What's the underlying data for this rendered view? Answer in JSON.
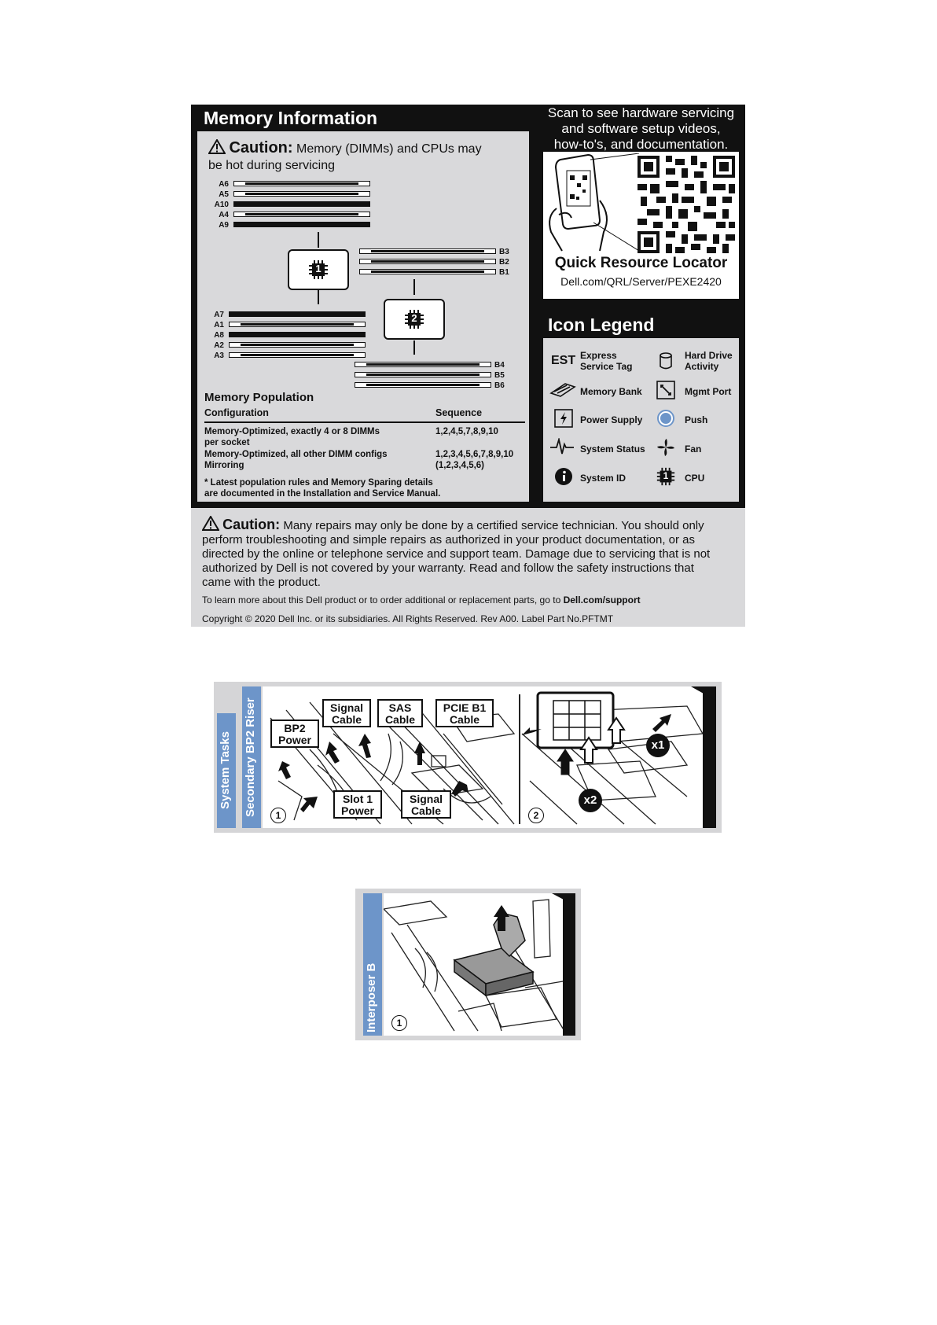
{
  "memory": {
    "title": "Memory Information",
    "caution_word": "Caution:",
    "caution_text_1": " Memory (DIMMs) and CPUs may",
    "caution_text_2": "be hot during servicing",
    "slots_left_top": [
      "A6",
      "A5",
      "A10",
      "A4",
      "A9"
    ],
    "slots_right_top": [
      "B3",
      "B2",
      "B1"
    ],
    "slots_left_bottom": [
      "A7",
      "A1",
      "A8",
      "A2",
      "A3"
    ],
    "slots_right_bottom": [
      "B4",
      "B5",
      "B6"
    ],
    "cpu1": "1",
    "cpu2": "2",
    "population_title": "Memory Population",
    "col_configuration": "Configuration",
    "col_sequence": "Sequence",
    "rows": [
      {
        "config_1": "Memory-Optimized, exactly 4 or 8 DIMMs",
        "config_2": "per socket",
        "seq_1": "1,2,4,5,7,8,9,10",
        "seq_2": ""
      },
      {
        "config_1": "Memory-Optimized, all other DIMM configs",
        "config_2": "",
        "seq_1": "1,2,3,4,5,6,7,8,9,10",
        "seq_2": ""
      },
      {
        "config_1": "Mirroring",
        "config_2": "",
        "seq_1": "(1,2,3,4,5,6)",
        "seq_2": ""
      }
    ],
    "note_1": "* Latest population rules and Memory Sparing details",
    "note_2": "are documented in the Installation and Service Manual."
  },
  "qr": {
    "scan_1": "Scan to see hardware servicing",
    "scan_2": "and software setup videos,",
    "scan_3": "how-to's, and documentation.",
    "title": "Quick Resource Locator",
    "url": "Dell.com/QRL/Server/PEXE2420"
  },
  "legend": {
    "title": "Icon Legend",
    "est": "EST",
    "items": [
      {
        "l1": "Express",
        "l2": "Service Tag"
      },
      {
        "l1": "Hard Drive",
        "l2": "Activity"
      },
      {
        "l1": "Memory Bank",
        "l2": ""
      },
      {
        "l1": "Mgmt Port",
        "l2": ""
      },
      {
        "l1": "Power Supply",
        "l2": ""
      },
      {
        "l1": "Push",
        "l2": ""
      },
      {
        "l1": "System Status",
        "l2": ""
      },
      {
        "l1": "Fan",
        "l2": ""
      },
      {
        "l1": "System ID",
        "l2": ""
      },
      {
        "l1": "CPU",
        "l2": ""
      }
    ],
    "cpu_glyph": "1"
  },
  "bottom": {
    "caution_word": "Caution:",
    "line_1": " Many repairs may only be done by a certified service technician. You should only",
    "line_2": "perform troubleshooting and simple repairs as authorized in your product documentation, or as",
    "line_3": "directed by the online or telephone service and support team. Damage due to servicing that is not",
    "line_4": "authorized by Dell is not covered by your warranty. Read and follow the safety instructions that",
    "line_5": "came with the product.",
    "learn_text": "To learn more about this Dell product or to order additional or replacement parts, go to ",
    "learn_link": "Dell.com/support",
    "copyright": "Copyright © 2020 Dell Inc. or its subsidiaries. All Rights Reserved. Rev A00. Label Part No.PFTMT"
  },
  "task1": {
    "tab_outer": "System Tasks",
    "tab_inner": "Secondary BP2 Riser",
    "bp2_1": "BP2",
    "bp2_2": "Power",
    "signal_1": "Signal",
    "signal_2": "Cable",
    "sas_1": "SAS",
    "sas_2": "Cable",
    "pcie_1": "PCIE B1",
    "pcie_2": "Cable",
    "slot1_1": "Slot 1",
    "slot1_2": "Power",
    "signal_b_1": "Signal",
    "signal_b_2": "Cable",
    "step1": "1",
    "step2": "2",
    "x1": "x1",
    "x2": "x2"
  },
  "task2": {
    "tab": "Interposer B",
    "step1": "1"
  }
}
